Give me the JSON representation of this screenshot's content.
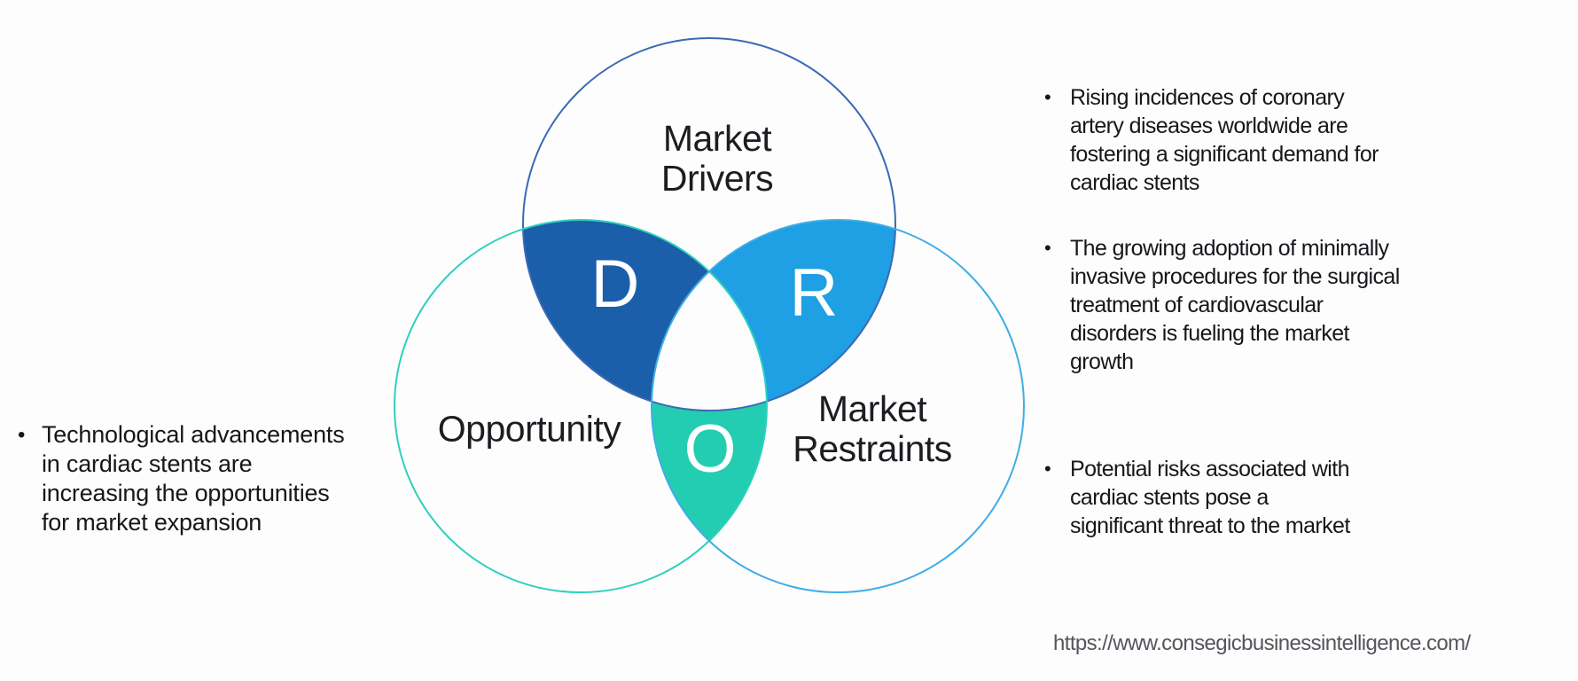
{
  "page": {
    "background": "#fdfdfd"
  },
  "bullet_glyph": "•",
  "venn": {
    "letters": {
      "drivers": "D",
      "restraints": "R",
      "opportunity": "O"
    },
    "labels": {
      "drivers": "Market\nDrivers",
      "opportunity": "Opportunity",
      "restraints": "Market\nRestraints"
    },
    "colors": {
      "drivers_outline": "#3a69b5",
      "opportunity_outline": "#2ed0be",
      "restraints_outline": "#3fade6",
      "drivers_opportunity_overlap": "#1b5ea9",
      "drivers_restraints_overlap": "#1f9fe4",
      "opportunity_restraints_overlap": "#22cdb2",
      "center_overlap": "#fdfdfd"
    }
  },
  "left_notes": {
    "item": "Technological advancements\nin cardiac stents are\nincreasing the opportunities\nfor market expansion"
  },
  "right_notes": {
    "items": [
      "Rising incidences of coronary\nartery diseases worldwide are\nfostering a significant demand for\ncardiac stents",
      "The growing adoption of minimally\ninvasive procedures for the surgical\ntreatment of cardiovascular\ndisorders is fueling the market\ngrowth",
      "Potential risks associated with\ncardiac stents pose a\nsignificant threat to the market"
    ]
  },
  "footer": {
    "source_url": "https://www.consegicbusinessintelligence.com/"
  }
}
